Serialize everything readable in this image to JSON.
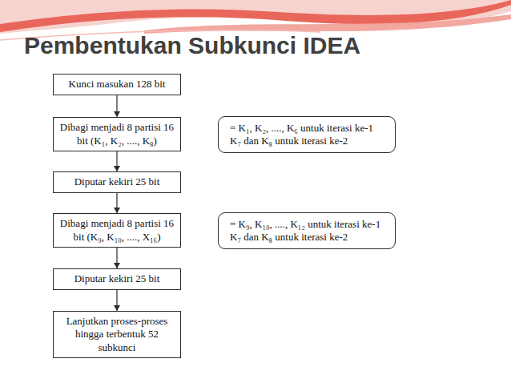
{
  "diagram": {
    "title": "Pembentukan Subkunci IDEA",
    "nodes": [
      {
        "text": [
          "Kunci masukan 128 bit"
        ]
      },
      {
        "text": [
          "Dibagi menjadi 8 partisi 16 bit (K₁, K₂, ...., K₈)"
        ]
      },
      {
        "text": [
          "Diputar kekiri 25 bit"
        ]
      },
      {
        "text": [
          "Dibagi menjadi 8 partisi 16 bit (K₉, K₁₀, ...., X₁₆)"
        ]
      },
      {
        "text": [
          "Diputar kekiri 25 bit"
        ]
      },
      {
        "text": [
          "Lanjutkan proses-proses hingga terbentuk 52 subkunci"
        ]
      },
      {
        "text": [
          "= K₁, K₂, ...., K₆ untuk iterasi ke-1 K₇ dan K₈ untuk iterasi ke-2"
        ]
      },
      {
        "text": [
          "= K₉, K₁₀, ...., K₁₂ untuk iterasi ke-1 K₇ dan K₈ untuk iterasi ke-2"
        ]
      }
    ],
    "edges": [
      {
        "from": 0,
        "to": 1,
        "arrow": "to"
      },
      {
        "from": 1,
        "to": 2,
        "arrow": "to"
      },
      {
        "from": 2,
        "to": 3,
        "arrow": "to"
      },
      {
        "from": 3,
        "to": 4,
        "arrow": "to"
      },
      {
        "from": 4,
        "to": 5,
        "arrow": "to"
      }
    ]
  }
}
